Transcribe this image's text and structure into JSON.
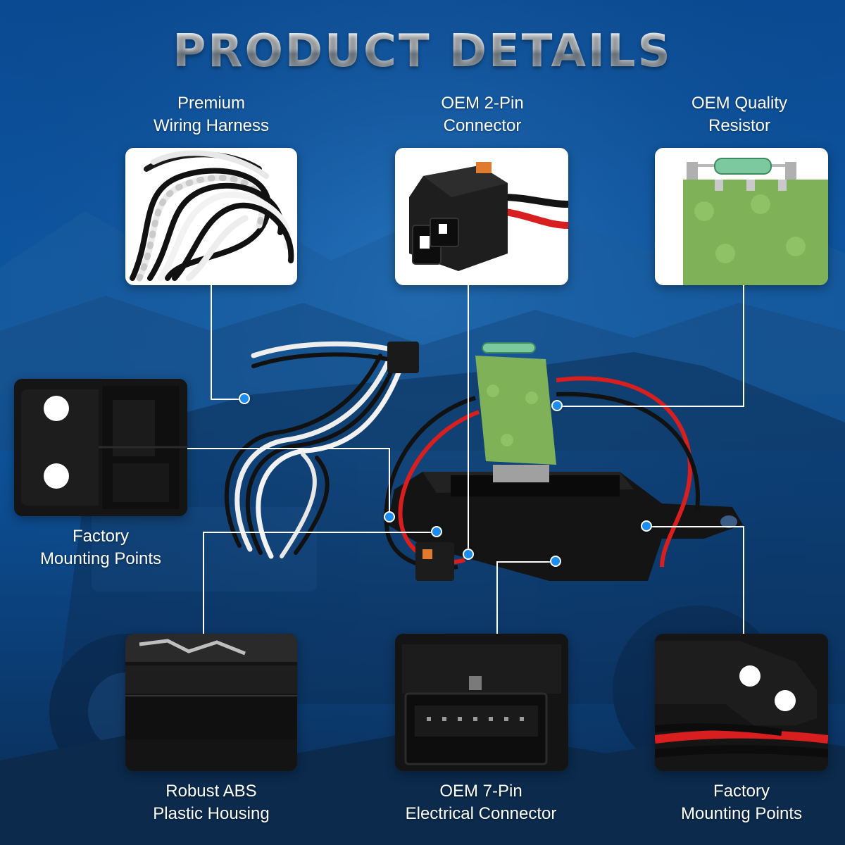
{
  "title": "PRODUCT DETAILS",
  "features": {
    "wiring_harness": {
      "line1": "Premium",
      "line2": "Wiring Harness"
    },
    "connector_2pin": {
      "line1": "OEM 2-Pin",
      "line2": "Connector"
    },
    "resistor": {
      "line1": "OEM Quality",
      "line2": "Resistor"
    },
    "mounting_left": {
      "line1": "Factory",
      "line2": "Mounting Points"
    },
    "housing": {
      "line1": "Robust ABS",
      "line2": "Plastic Housing"
    },
    "connector_7pin": {
      "line1": "OEM 7-Pin",
      "line2": "Electrical Connector"
    },
    "mounting_right": {
      "line1": "Factory",
      "line2": "Mounting Points"
    }
  },
  "colors": {
    "background": "#0c3f7a",
    "callout_dot": "#1b8cf0",
    "card": "#ffffff",
    "resistor_green": "#7fb158",
    "wire_red": "#d81e1e"
  }
}
